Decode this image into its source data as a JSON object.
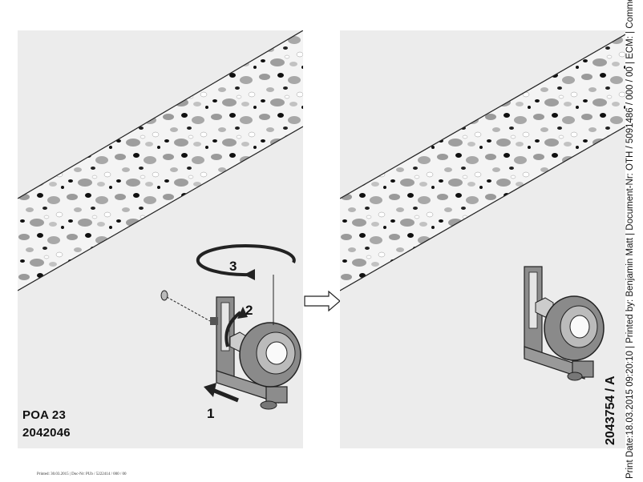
{
  "left_panel": {
    "step_labels": {
      "one": "1",
      "two": "2",
      "three": "3"
    },
    "product_name": "POA 23",
    "product_number": "2042046"
  },
  "side_code": "2043754 / A",
  "side_text": "Print Date:18.03.2015 09:20:10 | Printed by: Benjamin Matt | Document-Nr: OTH / 5091486 / 000 / 00 | ECM: | Comme",
  "footer": "Printed: 30.03.2015 | Doc-Nr: PUb / 5222414 / 000 / 00",
  "colors": {
    "panel_bg": "#ececec",
    "concrete": "#f2f2f2",
    "stone_gray": "#9a9a9a",
    "stone_dark": "#111111",
    "metal": "#8c8c8c"
  }
}
